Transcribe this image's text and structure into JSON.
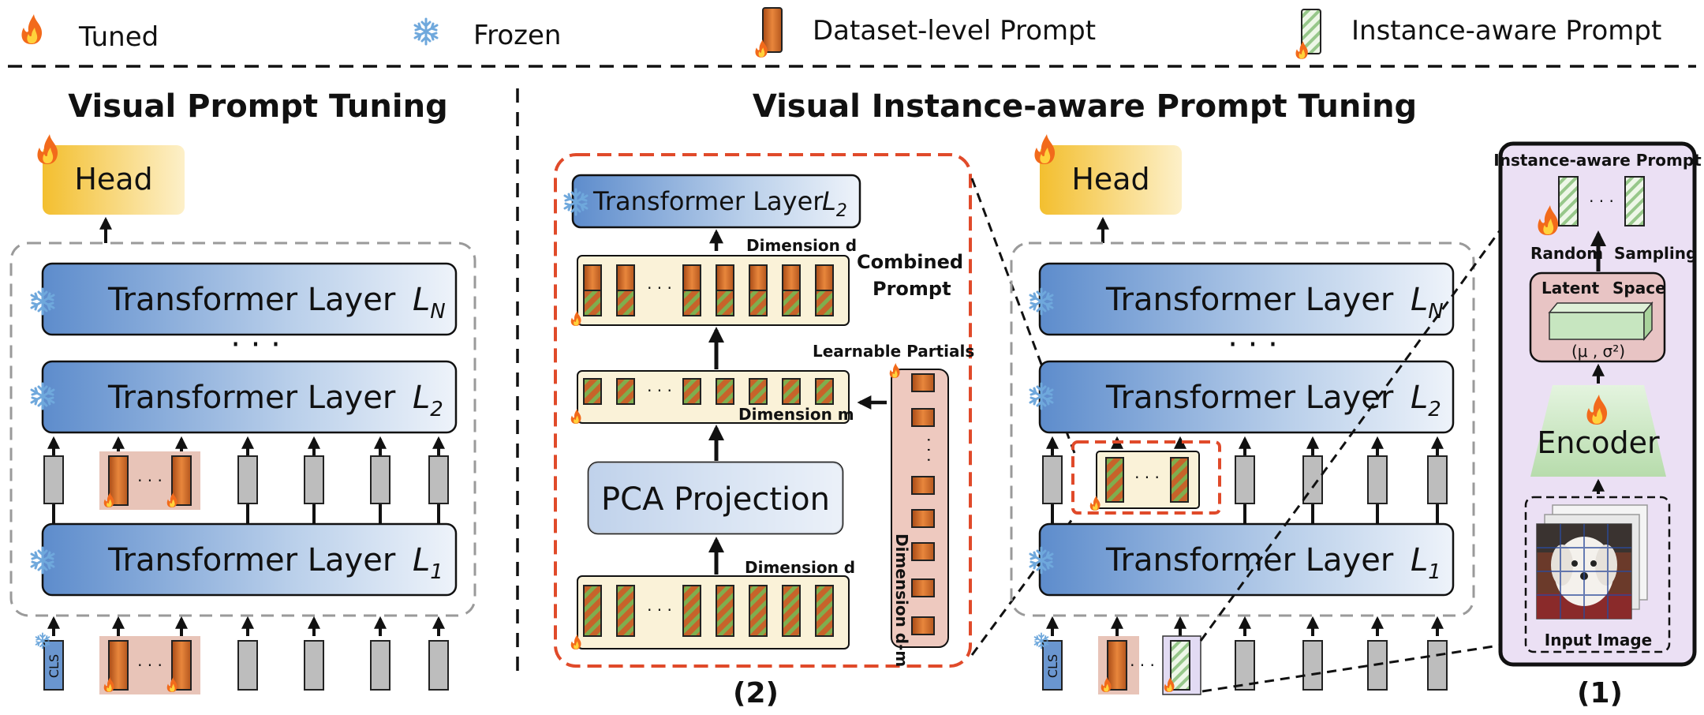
{
  "legend": {
    "tuned": "Tuned",
    "frozen": "Frozen",
    "dataset_prompt": "Dataset-level Prompt",
    "instance_prompt": "Instance-aware Prompt"
  },
  "left_panel": {
    "title": "Visual Prompt Tuning",
    "head": "Head",
    "layer_label": "Transformer Layer",
    "sym_n": "L",
    "sub_n": "N",
    "sym_2": "L",
    "sub_2": "2",
    "sym_1": "L",
    "sub_1": "1",
    "ellipsis": "· · ·",
    "cls": "CLS"
  },
  "middle_panel": {
    "layer_label": "Transformer Layer",
    "sym": "L",
    "sub": "2",
    "dimension_d": "Dimension d",
    "dimension_m": "Dimension m",
    "dimension_dm": "Dimension d-m",
    "combined_prompt_1": "Combined",
    "combined_prompt_2": "Prompt",
    "learnable_partials": "Learnable Partials",
    "pca": "PCA Projection",
    "caption": "(2)"
  },
  "right_panel": {
    "title": "Visual Instance-aware Prompt Tuning",
    "head": "Head",
    "layer_label": "Transformer Layer",
    "sym_n": "L",
    "sub_n": "N",
    "sym_2": "L",
    "sub_2": "2",
    "sym_1": "L",
    "sub_1": "1",
    "ellipsis": "· · ·",
    "cls": "CLS"
  },
  "instance_panel": {
    "title": "Instance-aware Prompt",
    "random": "Random",
    "sampling": "Sampling",
    "latent": "Latent",
    "space": "Space",
    "mu_sigma": "(μ , σ²)",
    "encoder": "Encoder",
    "input_image": "Input Image",
    "caption": "(1)"
  },
  "colors": {
    "tuned_orange": "#e07a2b",
    "frozen_blue": "#6a96cf",
    "head_yellow": "#f5c842",
    "highlight_red": "#e04a2a",
    "instance_purple": "#ebe0f4",
    "encoder_green": "#c7e6c0",
    "token_gray": "#bdbdbd"
  }
}
